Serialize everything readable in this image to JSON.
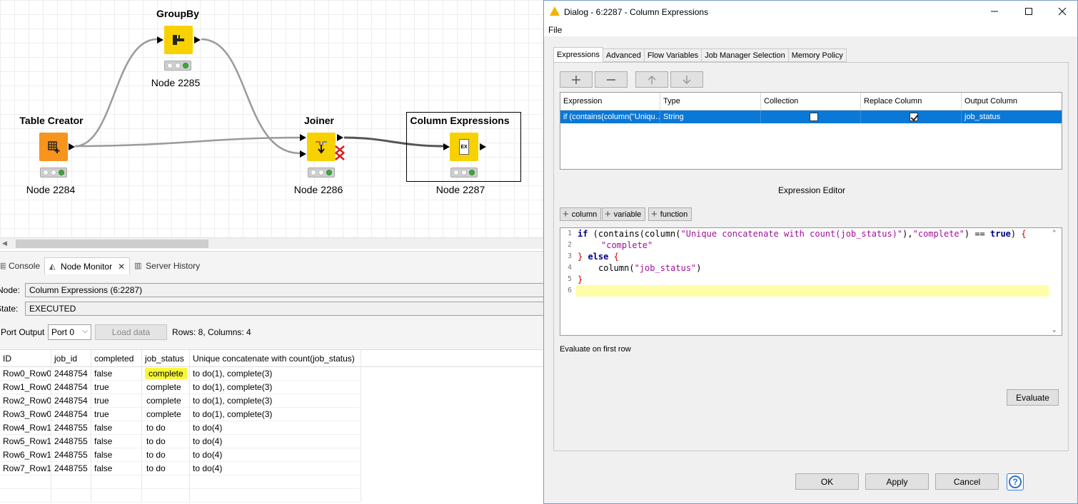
{
  "colors": {
    "node_yellow": "#f8d100",
    "node_orange": "#f7941d",
    "traffic_green": "#3ea63e",
    "selection_blue": "#0a78d7",
    "highlight_yellow": "#f8f83a",
    "current_line": "#fefea8"
  },
  "workflow": {
    "nodes": [
      {
        "title": "GroupBy",
        "label": "Node 2285",
        "icon": "groupby-icon"
      },
      {
        "title": "Table Creator",
        "label": "Node 2284",
        "icon": "table-creator-icon"
      },
      {
        "title": "Joiner",
        "label": "Node 2286",
        "icon": "joiner-icon"
      },
      {
        "title": "Column Expressions",
        "label": "Node 2287",
        "icon": "column-expressions-icon",
        "icon_text": "EX"
      }
    ]
  },
  "monitor": {
    "tabs": [
      {
        "label": "Console",
        "icon": "console-icon"
      },
      {
        "label": "Node Monitor",
        "icon": "node-monitor-icon",
        "close": "✕"
      },
      {
        "label": "Server History",
        "icon": "server-history-icon"
      }
    ],
    "node_label": "Node:",
    "node_value": "Column Expressions  (6:2287)",
    "state_label": "State:",
    "state_value": "EXECUTED",
    "port_label": "Port Output",
    "port_value": "Port 0",
    "load_button": "Load data",
    "rows_info": "Rows: 8, Columns: 4",
    "table": {
      "columns": [
        "ID",
        "job_id",
        "completed",
        "job_status",
        "Unique concatenate with count(job_status)"
      ],
      "rows": [
        [
          "Row0_Row0",
          "2448754",
          "false",
          "complete",
          "to do(1), complete(3)"
        ],
        [
          "Row1_Row0",
          "2448754",
          "true",
          "complete",
          "to do(1), complete(3)"
        ],
        [
          "Row2_Row0",
          "2448754",
          "true",
          "complete",
          "to do(1), complete(3)"
        ],
        [
          "Row3_Row0",
          "2448754",
          "true",
          "complete",
          "to do(1), complete(3)"
        ],
        [
          "Row4_Row1",
          "2448755",
          "false",
          "to do",
          "to do(4)"
        ],
        [
          "Row5_Row1",
          "2448755",
          "false",
          "to do",
          "to do(4)"
        ],
        [
          "Row6_Row1",
          "2448755",
          "false",
          "to do",
          "to do(4)"
        ],
        [
          "Row7_Row1",
          "2448755",
          "false",
          "to do",
          "to do(4)"
        ]
      ]
    }
  },
  "dialog": {
    "title": "Dialog - 6:2287 - Column Expressions",
    "menu_file": "File",
    "tabs": [
      "Expressions",
      "Advanced",
      "Flow Variables",
      "Job Manager Selection",
      "Memory Policy"
    ],
    "expr_table": {
      "columns": [
        "Expression",
        "Type",
        "Collection",
        "Replace Column",
        "Output Column"
      ],
      "row": {
        "expression": "if (contains(column(\"Uniqu…",
        "type": "String",
        "collection": false,
        "replace": true,
        "output": "job_status"
      }
    },
    "editor_title": "Expression Editor",
    "insert_buttons": [
      "column",
      "variable",
      "function"
    ],
    "code_lines": [
      "1",
      "2",
      "3",
      "4",
      "5",
      "6"
    ],
    "code": {
      "l1_a": "if",
      "l1_b": " (contains(column(",
      "l1_c": "\"Unique concatenate with count(job_status)\"",
      "l1_d": "),",
      "l1_e": "\"complete\"",
      "l1_f": ") == ",
      "l1_g": "true",
      "l1_h": ") ",
      "l1_i": "{",
      "l2": "\"complete\"",
      "l3_a": "}",
      "l3_b": " else ",
      "l3_c": "{",
      "l4_a": "column(",
      "l4_b": "\"job_status\"",
      "l4_c": ")",
      "l5": "}"
    },
    "evaluate_label": "Evaluate on first row",
    "evaluate_button": "Evaluate",
    "ok": "OK",
    "apply": "Apply",
    "cancel": "Cancel",
    "help": "?"
  }
}
